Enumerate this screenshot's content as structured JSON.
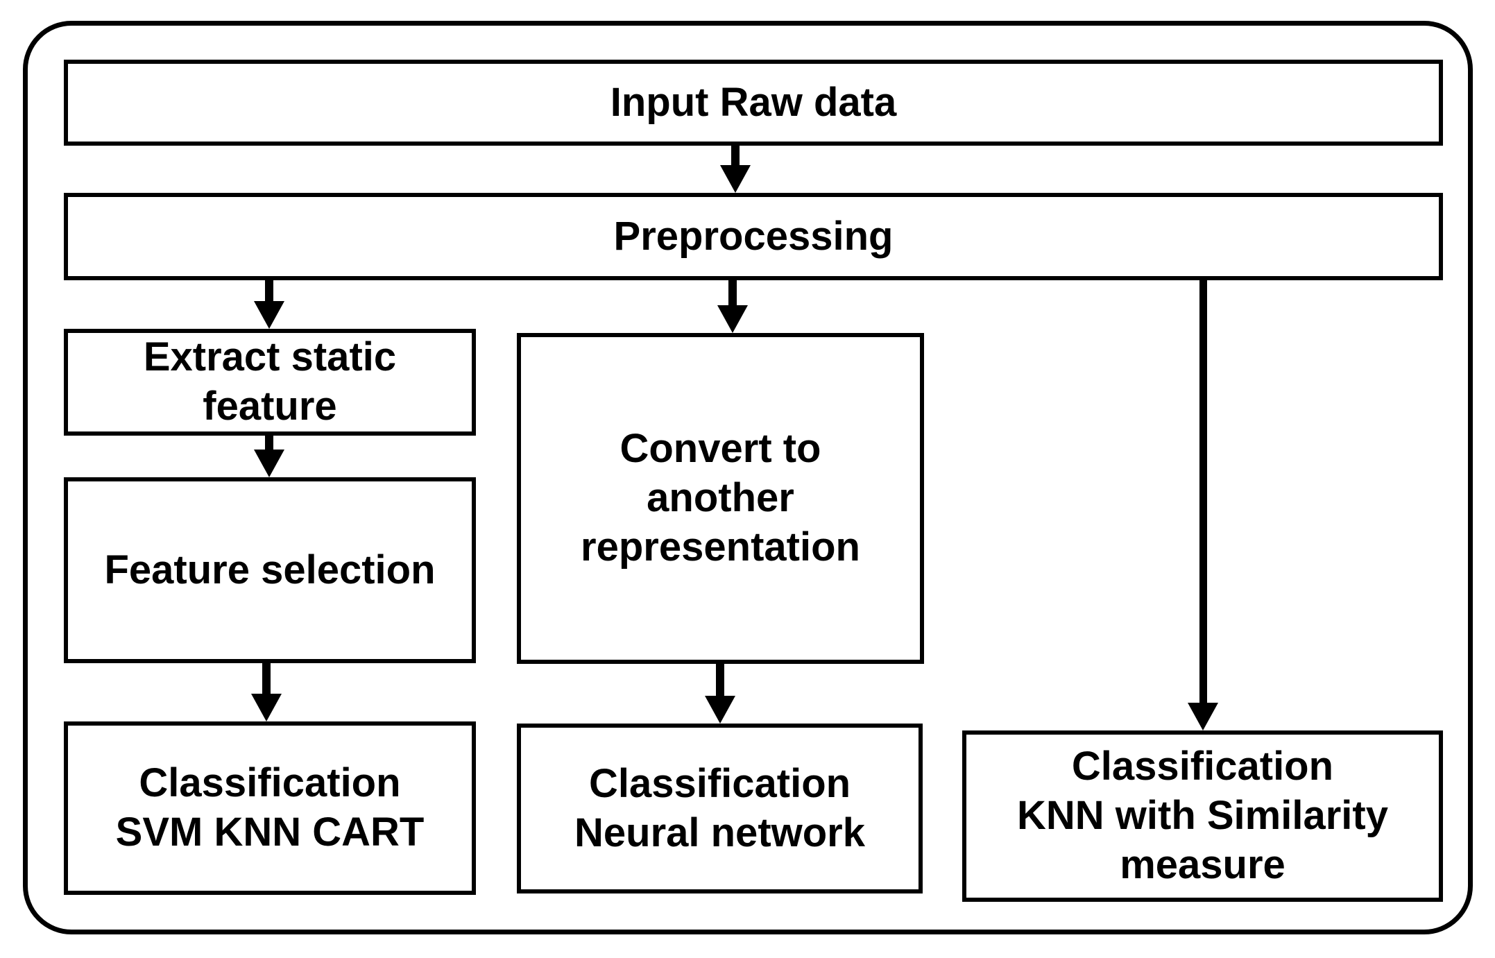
{
  "colors": {
    "line": "#000000",
    "background": "#ffffff",
    "text": "#000000"
  },
  "nodes": {
    "input_raw_data": {
      "label": "Input Raw data"
    },
    "preprocessing": {
      "label": "Preprocessing"
    },
    "extract_static_feature": {
      "label": "Extract static\nfeature"
    },
    "feature_selection": {
      "label": "Feature selection"
    },
    "classification_svm_knn_cart": {
      "label": "Classification\nSVM KNN CART"
    },
    "convert_to_another_representation": {
      "label": "Convert to\nanother\nrepresentation"
    },
    "classification_neural_network": {
      "label": "Classification\nNeural network"
    },
    "classification_knn_similarity": {
      "label": "Classification\nKNN with Similarity\nmeasure"
    }
  },
  "edges": [
    {
      "from": "input_raw_data",
      "to": "preprocessing"
    },
    {
      "from": "preprocessing",
      "to": "extract_static_feature"
    },
    {
      "from": "preprocessing",
      "to": "convert_to_another_representation"
    },
    {
      "from": "preprocessing",
      "to": "classification_knn_similarity"
    },
    {
      "from": "extract_static_feature",
      "to": "feature_selection"
    },
    {
      "from": "feature_selection",
      "to": "classification_svm_knn_cart"
    },
    {
      "from": "convert_to_another_representation",
      "to": "classification_neural_network"
    }
  ]
}
